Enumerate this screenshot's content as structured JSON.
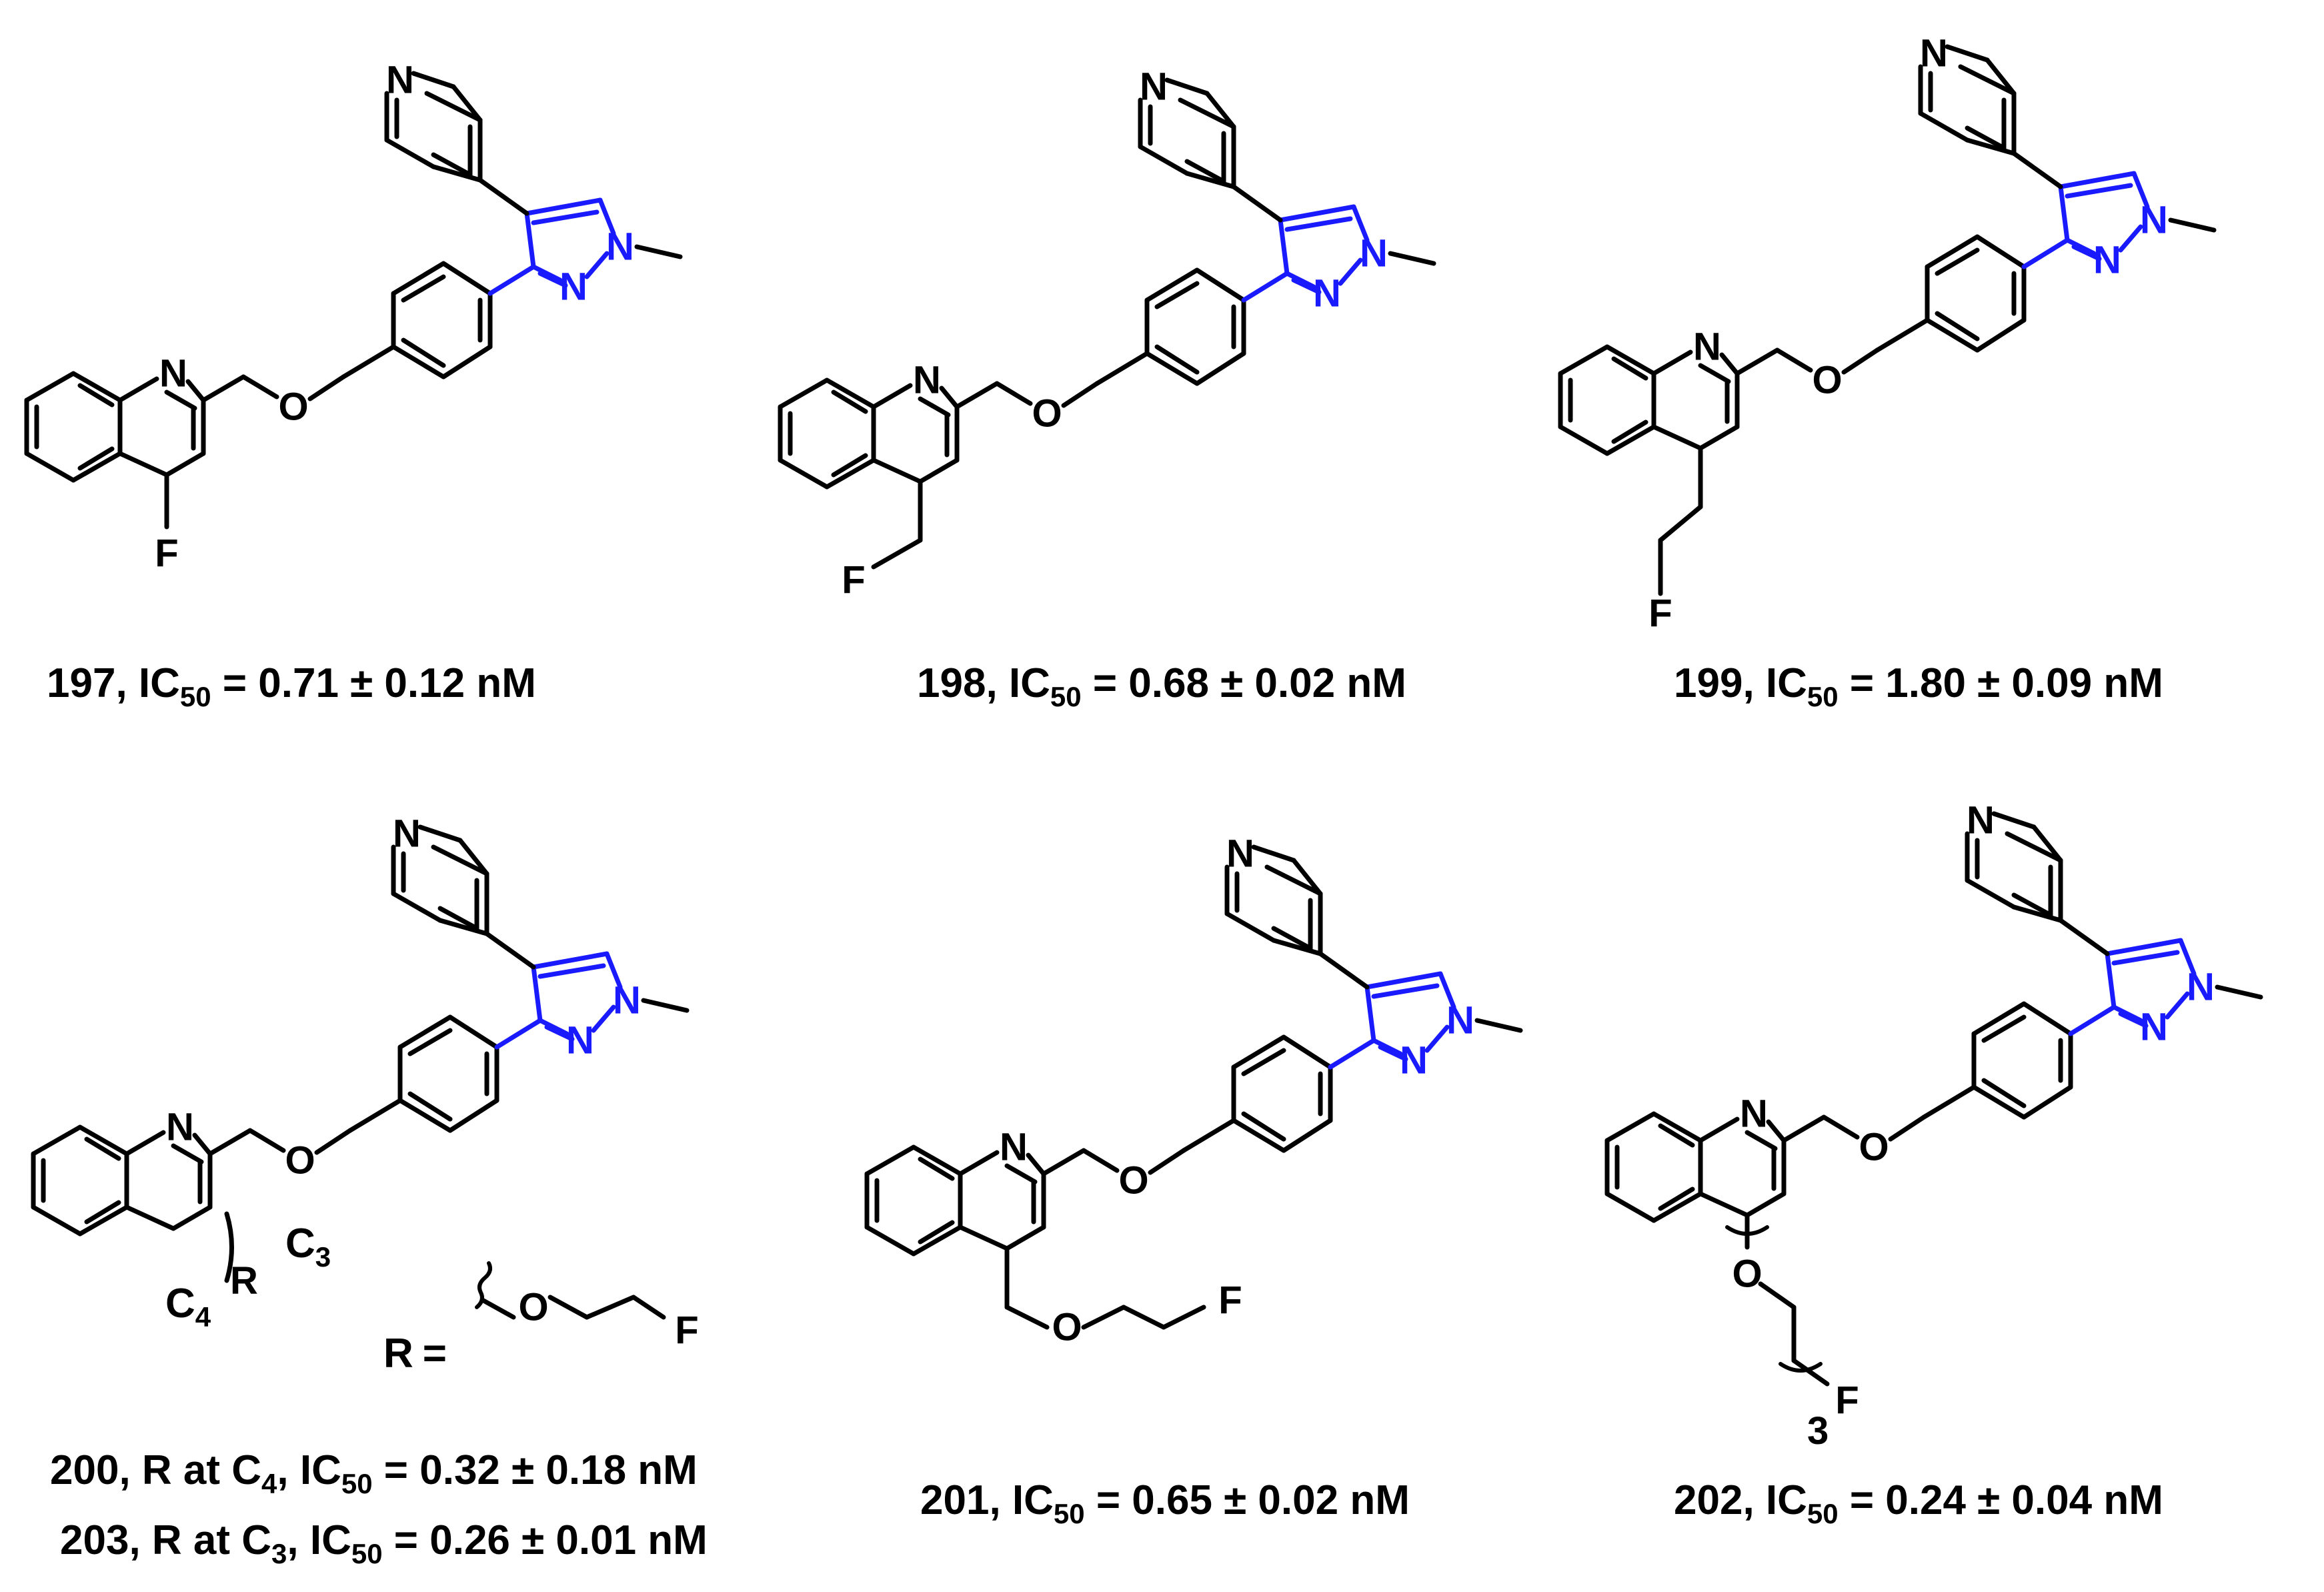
{
  "colors": {
    "ink": "#000000",
    "pyrazole": "#1a1aff",
    "background": "#ffffff"
  },
  "atoms": {
    "N": "N",
    "O": "O",
    "F": "F"
  },
  "r_group": {
    "label": "R",
    "equals": "=",
    "c3": "C",
    "c3_sub": "3",
    "c4": "C",
    "c4_sub": "4",
    "repeat": "3"
  },
  "compounds": [
    {
      "id": "197",
      "text_pre": ", IC",
      "sub": "50",
      "text_post": " = 0.71 ± 0.12 nM"
    },
    {
      "id": "198",
      "text_pre": ", IC",
      "sub": "50",
      "text_post": " = 0.68 ± 0.02 nM"
    },
    {
      "id": "199",
      "text_pre": ", IC",
      "sub": "50",
      "text_post": " = 1.80 ± 0.09 nM"
    },
    {
      "id": "200",
      "text_pre": ", R at C",
      "sub1": "4",
      "text_mid": ", IC",
      "sub": "50",
      "text_post": " = 0.32 ± 0.18 nM"
    },
    {
      "id": "203",
      "text_pre": ", R at C",
      "sub1": "3",
      "text_mid": ", IC",
      "sub": "50",
      "text_post": " = 0.26 ± 0.01 nM"
    },
    {
      "id": "201",
      "text_pre": ", IC",
      "sub": "50",
      "text_post": " = 0.65 ± 0.02 nM"
    },
    {
      "id": "202",
      "text_pre": ", IC",
      "sub": "50",
      "text_post": " = 0.24 ± 0.04 nM"
    }
  ]
}
